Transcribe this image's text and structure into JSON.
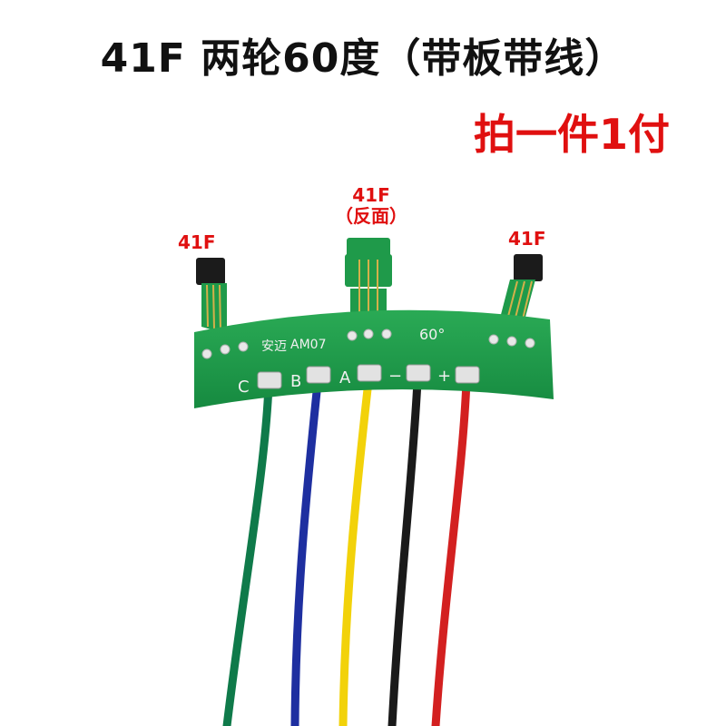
{
  "title": "41F 两轮60度（带板带线）",
  "subtitle": "拍一件1付",
  "sensor_labels": {
    "left": "41F",
    "middle_line1": "41F",
    "middle_line2": "（反面）",
    "right": "41F"
  },
  "board": {
    "brand": "安迈",
    "model": "AM07",
    "angle": "60°",
    "pad_labels": [
      "C",
      "B",
      "A",
      "−",
      "+"
    ]
  },
  "wire_colors": {
    "C": "#0f7a4a",
    "B": "#1e2fa0",
    "A": "#f2d20a",
    "minus": "#1a1a1a",
    "plus": "#d32020"
  },
  "board_color": "#1f9a4a"
}
